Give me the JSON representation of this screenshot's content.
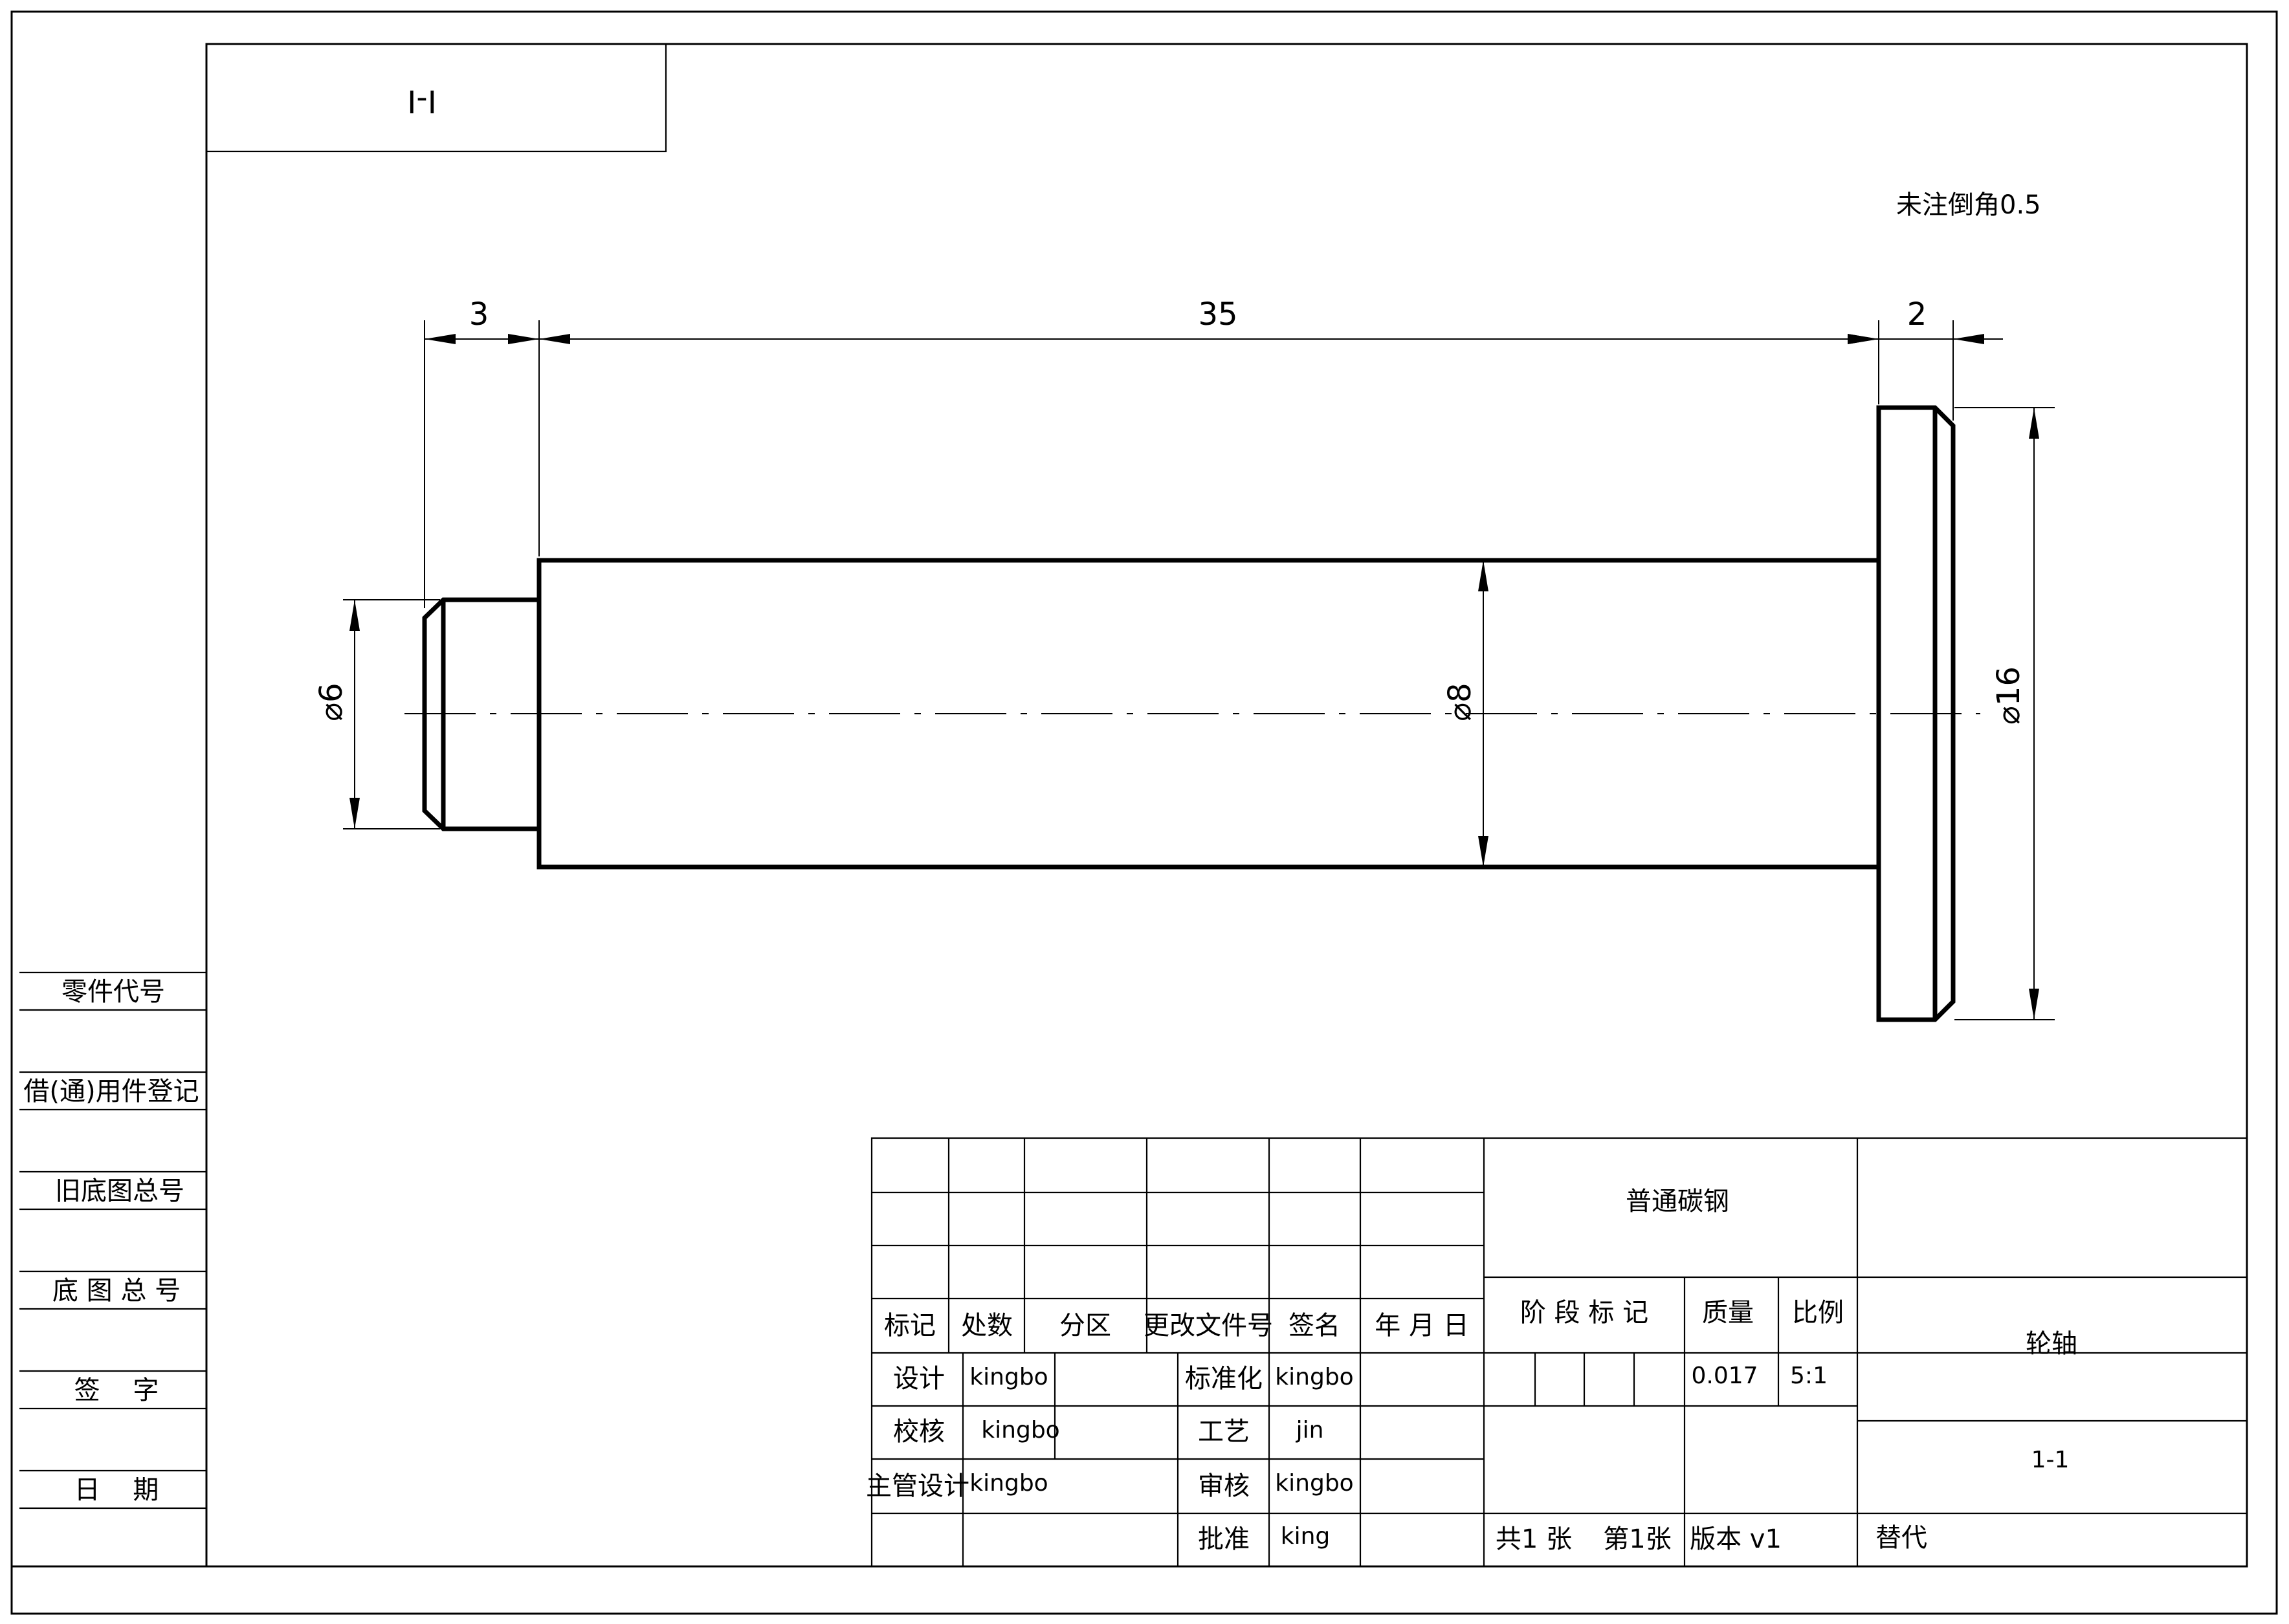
{
  "section_label": "I-I",
  "note": "未注倒角0.5",
  "dimensions": {
    "len_left": "3",
    "len_main": "35",
    "len_right": "2",
    "dia_small": "⌀6",
    "dia_main": "⌀8",
    "dia_flange": "⌀16"
  },
  "side_table": [
    "零件代号",
    "借(通)用件登记",
    "旧底图总号",
    "底 图 总 号",
    "签    字",
    "日    期"
  ],
  "title_block": {
    "header": {
      "mark": "标记",
      "count": "处数",
      "zone": "分区",
      "change_doc": "更改文件号",
      "sign": "签名",
      "date": "年 月 日"
    },
    "material": "普通碳钢",
    "stage_mark": "阶 段 标 记",
    "mass_label": "质量",
    "scale_label": "比例",
    "mass": "0.017",
    "scale": "5:1",
    "part_name": "轮轴",
    "drawing_no": "1-1",
    "design_label": "设计",
    "design": "kingbo",
    "check_label": "校核",
    "check": "kingbo",
    "chief_label": "主管设计",
    "chief": "kingbo",
    "standard_label": "标准化",
    "standard": "kingbo",
    "process_label": "工艺",
    "process": "jin",
    "review_label": "审核",
    "review": "kingbo",
    "approve_label": "批准",
    "approve": "king",
    "sheets_total": "共1 张",
    "sheet_no": "第1张",
    "version": "版本 v1",
    "replace": "替代"
  }
}
